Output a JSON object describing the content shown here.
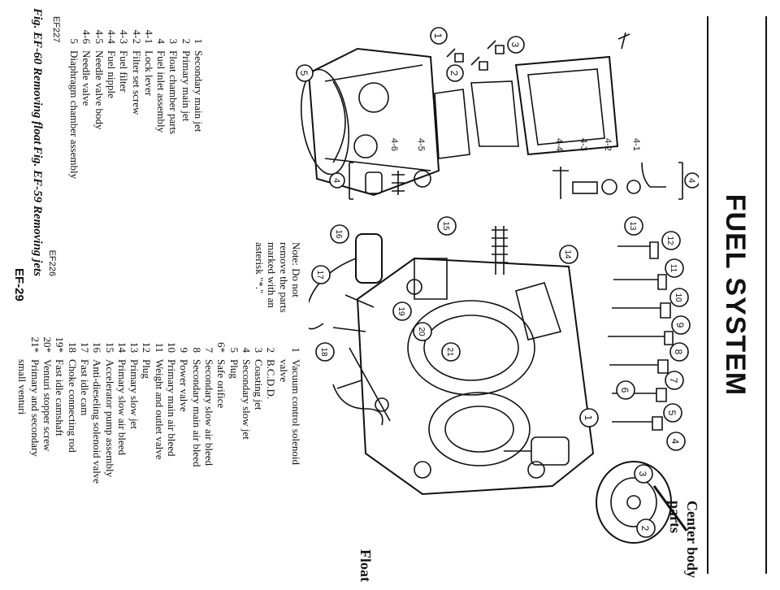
{
  "header": {
    "title": "FUEL SYSTEM"
  },
  "sections": {
    "center_body": "Center body parts",
    "float": "Float"
  },
  "fig59": {
    "legend": [
      {
        "n": "1",
        "text": "Vacuum control solenoid"
      },
      {
        "n": "",
        "text": "valve"
      },
      {
        "n": "2",
        "text": "B.C.D.D."
      },
      {
        "n": "3",
        "text": "Coasting jet"
      },
      {
        "n": "4",
        "text": "Secondary slow jet"
      },
      {
        "n": "5",
        "text": "Plug"
      },
      {
        "n": "6*",
        "text": "Safe orifice"
      },
      {
        "n": "7",
        "text": "Secondary slow air bleed"
      },
      {
        "n": "8",
        "text": "Secondary main air bleed"
      },
      {
        "n": "9",
        "text": "Power valve"
      },
      {
        "n": "10",
        "text": "Primary main air bleed"
      },
      {
        "n": "11",
        "text": "Weight and outlet valve"
      },
      {
        "n": "12",
        "text": "Plug"
      },
      {
        "n": "13",
        "text": "Primary slow jet"
      },
      {
        "n": "14",
        "text": "Primary slow air bleed"
      },
      {
        "n": "15",
        "text": "Accelerator pump assembly"
      },
      {
        "n": "16",
        "text": "Anti-dieseling solenoid valve"
      },
      {
        "n": "17",
        "text": "Fast idle cam"
      },
      {
        "n": "18",
        "text": "Choke connecting rod"
      },
      {
        "n": "19*",
        "text": "Fast idle camshaft"
      },
      {
        "n": "20*",
        "text": "Venturi stopper screw"
      },
      {
        "n": "21*",
        "text": "Primary and secondary"
      },
      {
        "n": "",
        "text": "small venturi"
      }
    ],
    "note_line1": "Note: Do not remove the parts",
    "note_line2": "marked with an asterisk \"*.\"",
    "code": "EF226",
    "caption": "Fig. EF-59 Removing jets"
  },
  "fig60": {
    "legend": [
      {
        "n": "1",
        "text": "Secondary main jet"
      },
      {
        "n": "2",
        "text": "Primary main jet"
      },
      {
        "n": "3",
        "text": "Float chamber parts"
      },
      {
        "n": "4",
        "text": "Fuel inlet assembly"
      },
      {
        "n": "4-1",
        "text": "Lock lever"
      },
      {
        "n": "4-2",
        "text": "Filter set screw"
      },
      {
        "n": "4-3",
        "text": "Fuel filter"
      },
      {
        "n": "4-4",
        "text": "Fuel nipple"
      },
      {
        "n": "4-5",
        "text": "Needle valve body"
      },
      {
        "n": "4-6",
        "text": "Needle valve"
      },
      {
        "n": "5",
        "text": "Diaphragm chamber assembly"
      }
    ],
    "code": "EF227",
    "caption": "Fig. EF-60 Removing float"
  },
  "footer": {
    "page": "EF-29"
  },
  "callouts": {
    "c1": "1",
    "c2": "2",
    "c3": "3",
    "c4": "4",
    "c5": "5",
    "c6": "6",
    "c7": "7",
    "c8": "8",
    "c9": "9",
    "c10": "10",
    "c11": "11",
    "c12": "12",
    "c13": "13",
    "c14": "14",
    "c15": "15",
    "c16": "16",
    "c17": "17",
    "c18": "18",
    "c19": "19",
    "c20": "20",
    "c21": "21",
    "d1": "1",
    "d2": "2",
    "d3": "3",
    "d4a": "4",
    "d4b": "4",
    "d5": "5",
    "d41": "4-1",
    "d42": "4-2",
    "d43": "4-3",
    "d44": "4-4",
    "d45": "4-5",
    "d46": "4-6"
  }
}
